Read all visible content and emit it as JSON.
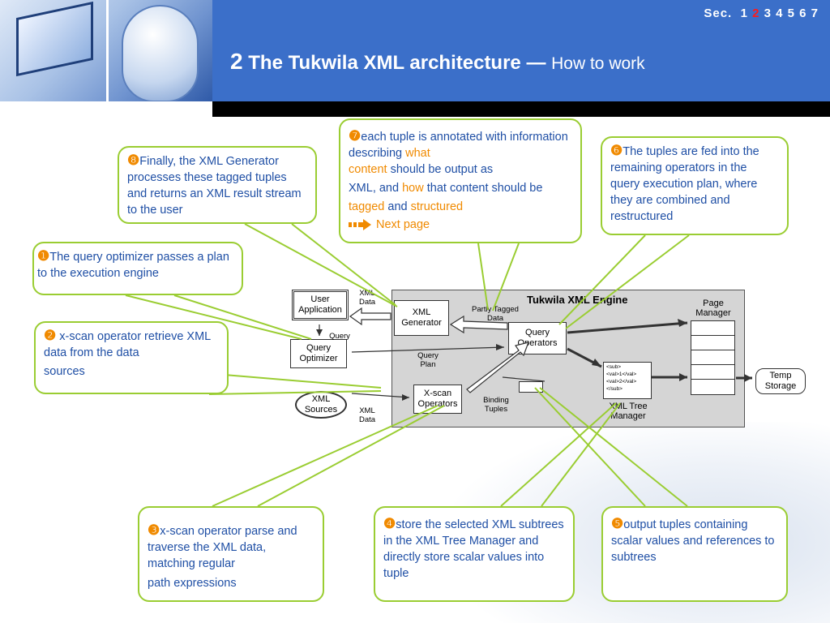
{
  "header": {
    "sec_label": "Sec.",
    "sec_items": [
      "1",
      "2",
      "3",
      "4",
      "5",
      "6",
      "7"
    ],
    "sec_current": "2",
    "title_num": "2",
    "title_main": "The Tukwila XML architecture",
    "title_dash": "—",
    "title_sub": "How to work"
  },
  "callouts": {
    "c8": {
      "badge": "❽",
      "text": "Finally, the XML Generator processes these tagged tuples and returns an XML result stream to the user"
    },
    "c7": {
      "badge": "❼",
      "p1": "each tuple is annotated with information describing ",
      "what": "what",
      "content": "content",
      "p2": " should be output as",
      "p3": "XML, and ",
      "how": "how",
      "p4": " that content should be ",
      "tagged": "tagged",
      "and": " and ",
      "structured": "structured",
      "next": "Next page"
    },
    "c6": {
      "badge": "❻",
      "text": "The tuples are fed into the remaining operators in the query execution plan, where they are combined and restructured"
    },
    "c1": {
      "badge": "❶",
      "text": "The query optimizer passes a plan to the execution engine"
    },
    "c2": {
      "badge": "❷",
      "text": " x-scan operator retrieve XML data from the data",
      "text2": "sources"
    },
    "c3": {
      "badge": "❸",
      "text": "x-scan operator  parse and traverse the XML data, matching regular",
      "text2": "path expressions"
    },
    "c4": {
      "badge": "❹",
      "text": "store the selected XML subtrees in the XML Tree Manager and directly store scalar values into tuple"
    },
    "c5": {
      "badge": "❺",
      "text": "output tuples containing scalar values and references to subtrees"
    }
  },
  "diagram": {
    "engine_title": "Tukwila XML Engine",
    "user_app": "User Application",
    "query_opt": "Query Optimizer",
    "xml_gen": "XML Generator",
    "query_ops": "Query Operators",
    "xscan_ops": "X-scan Operators",
    "xml_sources": "XML Sources",
    "temp_storage": "Temp Storage",
    "page_manager": "Page Manager",
    "xml_tree_manager": "XML Tree Manager",
    "xml_data_top": "XML Data",
    "xml_data_bottom": "XML Data",
    "query_label": "Query",
    "query_plan": "Query Plan",
    "partly_tagged": "Partly Tagged Data",
    "binding_tuples": "Binding Tuples",
    "tree_lines": [
      "<sub>",
      "<val>1</val>",
      "<val>2</val>",
      "</sub>"
    ]
  }
}
